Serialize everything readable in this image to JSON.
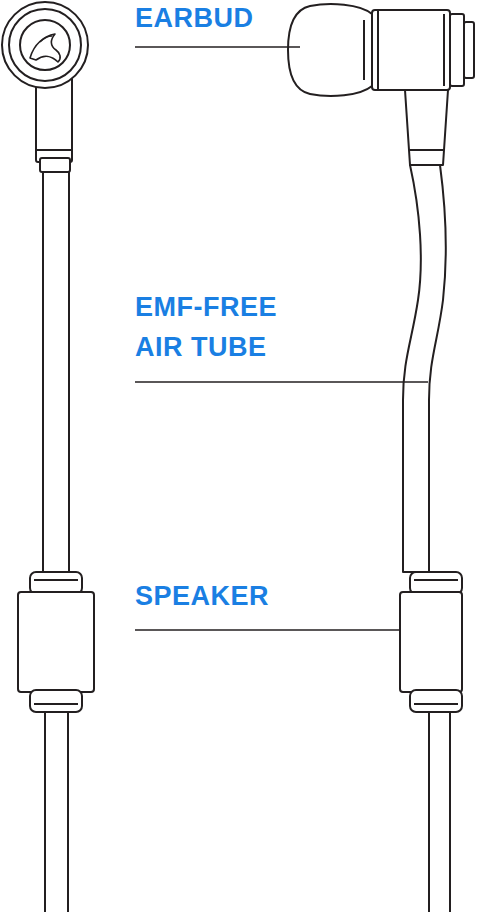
{
  "diagram": {
    "labels": [
      "EARBUD",
      "EMF-FREE AIR TUBE",
      "SPEAKER"
    ]
  }
}
